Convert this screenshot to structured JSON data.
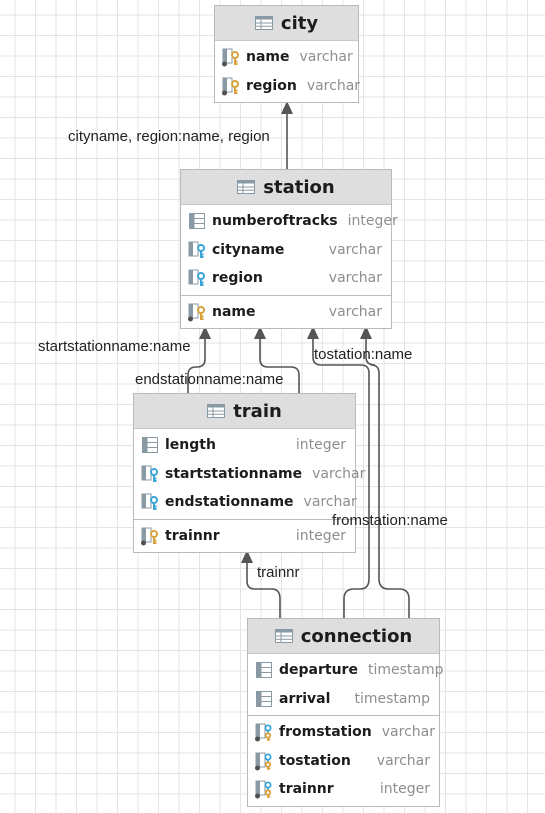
{
  "tables": [
    {
      "id": "city",
      "title": "city",
      "columns": [
        {
          "name": "name",
          "type": "varchar",
          "icon": "key-column-icon"
        },
        {
          "name": "region",
          "type": "varchar",
          "icon": "key-column-icon"
        }
      ],
      "key_columns": []
    },
    {
      "id": "station",
      "title": "station",
      "columns": [
        {
          "name": "numberoftracks",
          "type": "integer",
          "icon": "column-icon"
        },
        {
          "name": "cityname",
          "type": "varchar",
          "icon": "foreign-key-column-icon"
        },
        {
          "name": "region",
          "type": "varchar",
          "icon": "foreign-key-column-icon"
        }
      ],
      "key_columns": [
        {
          "name": "name",
          "type": "varchar",
          "icon": "key-column-icon"
        }
      ]
    },
    {
      "id": "train",
      "title": "train",
      "columns": [
        {
          "name": "length",
          "type": "integer",
          "icon": "column-icon"
        },
        {
          "name": "startstationname",
          "type": "varchar",
          "icon": "foreign-key-column-icon"
        },
        {
          "name": "endstationname",
          "type": "varchar",
          "icon": "foreign-key-column-icon"
        }
      ],
      "key_columns": [
        {
          "name": "trainnr",
          "type": "integer",
          "icon": "key-column-icon"
        }
      ]
    },
    {
      "id": "connection",
      "title": "connection",
      "columns": [
        {
          "name": "departure",
          "type": "timestamp",
          "icon": "column-icon"
        },
        {
          "name": "arrival",
          "type": "timestamp",
          "icon": "column-icon"
        }
      ],
      "key_columns": [
        {
          "name": "fromstation",
          "type": "varchar",
          "icon": "key-foreign-key-column-icon"
        },
        {
          "name": "tostation",
          "type": "varchar",
          "icon": "key-foreign-key-column-icon"
        },
        {
          "name": "trainnr",
          "type": "integer",
          "icon": "key-foreign-key-column-icon"
        }
      ]
    }
  ],
  "relations": [
    {
      "id": "station-city",
      "from": "station",
      "to": "city",
      "label": "cityname, region:name, region"
    },
    {
      "id": "train-start",
      "from": "train",
      "to": "station",
      "label": "startstationname:name"
    },
    {
      "id": "train-end",
      "from": "train",
      "to": "station",
      "label": "endstationname:name"
    },
    {
      "id": "connection-to",
      "from": "connection",
      "to": "station",
      "label": "tostation:name"
    },
    {
      "id": "connection-from",
      "from": "connection",
      "to": "station",
      "label": "fromstation:name"
    },
    {
      "id": "connection-train",
      "from": "connection",
      "to": "train",
      "label": "trainnr"
    }
  ],
  "colors": {
    "header_bg": "#dedede",
    "border": "#b9b9b9",
    "line": "#555555",
    "type_text": "#8e8e8e",
    "primary_key": "#d9a23a",
    "foreign_key": "#39a5d8"
  }
}
